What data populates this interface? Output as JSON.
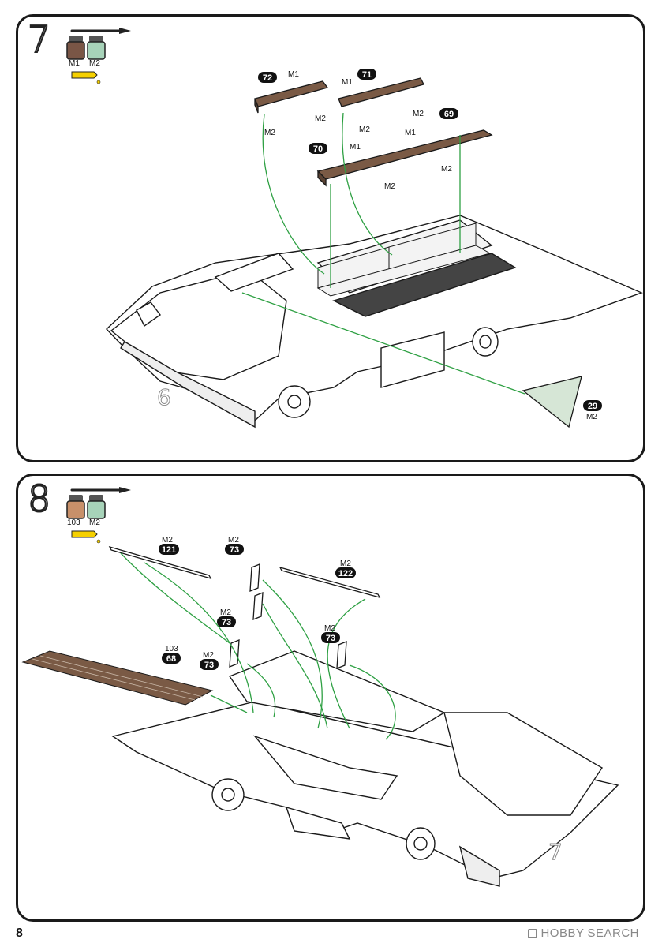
{
  "page_number": "8",
  "watermark": {
    "brand": "HOBBY",
    "suffix": "SEARCH"
  },
  "step7": {
    "number": "7",
    "paints": [
      "M1",
      "M2"
    ],
    "ghost_ref": "6",
    "parts": [
      {
        "id": "72",
        "codes": [
          "M1",
          "M2",
          "M2"
        ]
      },
      {
        "id": "71",
        "codes": [
          "M1",
          "M2",
          "M2"
        ]
      },
      {
        "id": "69",
        "codes": [
          "M1",
          "M2"
        ]
      },
      {
        "id": "70",
        "codes": [
          "M1",
          "M2"
        ]
      },
      {
        "id": "29",
        "codes": [
          "M2"
        ]
      }
    ]
  },
  "step8": {
    "number": "8",
    "paints": [
      "103",
      "M2"
    ],
    "ghost_ref": "7",
    "parts": [
      {
        "id": "121",
        "codes": [
          "M2"
        ]
      },
      {
        "id": "73",
        "codes": [
          "M2"
        ]
      },
      {
        "id": "122",
        "codes": [
          "M2"
        ]
      },
      {
        "id": "73",
        "codes": [
          "M2"
        ]
      },
      {
        "id": "73",
        "codes": [
          "M2"
        ]
      },
      {
        "id": "73",
        "codes": [
          "M2"
        ]
      },
      {
        "id": "68",
        "codes": [
          "103"
        ]
      }
    ]
  },
  "colors": {
    "outline": "#1a1a1a",
    "hull": "#ffffff",
    "wood": "#7a5a45",
    "grey_green": "#d6e6d6",
    "arrow": "#2ea043",
    "paint_brown": "#7a5646",
    "paint_green": "#a7d3b9",
    "paint_tan": "#c8906a",
    "glue": "#f5d000",
    "tag_bg": "#111111"
  }
}
